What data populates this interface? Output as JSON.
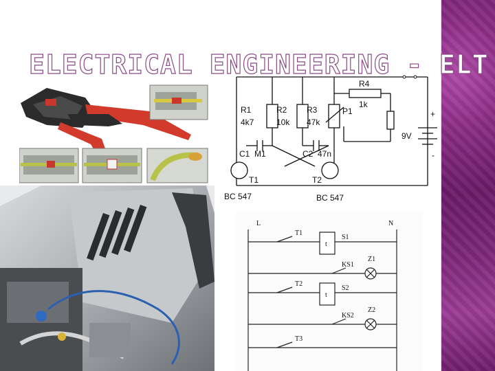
{
  "slide": {
    "title": "ELECTRICAL ENGINEERING - ELT",
    "accent_color": "#8a2d85"
  },
  "astable_circuit": {
    "labels": {
      "r1": "R1",
      "r1_val": "4k7",
      "r2": "R2",
      "r2_val": "10k",
      "r3": "R3",
      "r3_val": "47k",
      "p1": "P1",
      "r4": "R4",
      "r4_val": "1k",
      "c1": "C1",
      "m1": "M1",
      "c2": "C2",
      "c2_val": "47n",
      "t1": "T1",
      "t2": "T2",
      "t1_type": "BC 547",
      "t2_type": "BC 547",
      "battery": "9V",
      "plus": "+",
      "minus": "-"
    }
  },
  "ladder_diagram": {
    "rail_left": "L",
    "rail_right": "N",
    "t1": "T1",
    "t2": "T2",
    "t3": "T3",
    "s1": "S1",
    "s2": "S2",
    "ks1": "KS1",
    "ks2": "KS2",
    "z1": "Z1",
    "z2": "Z2",
    "t_coil1": "t",
    "t_coil2": "t"
  }
}
